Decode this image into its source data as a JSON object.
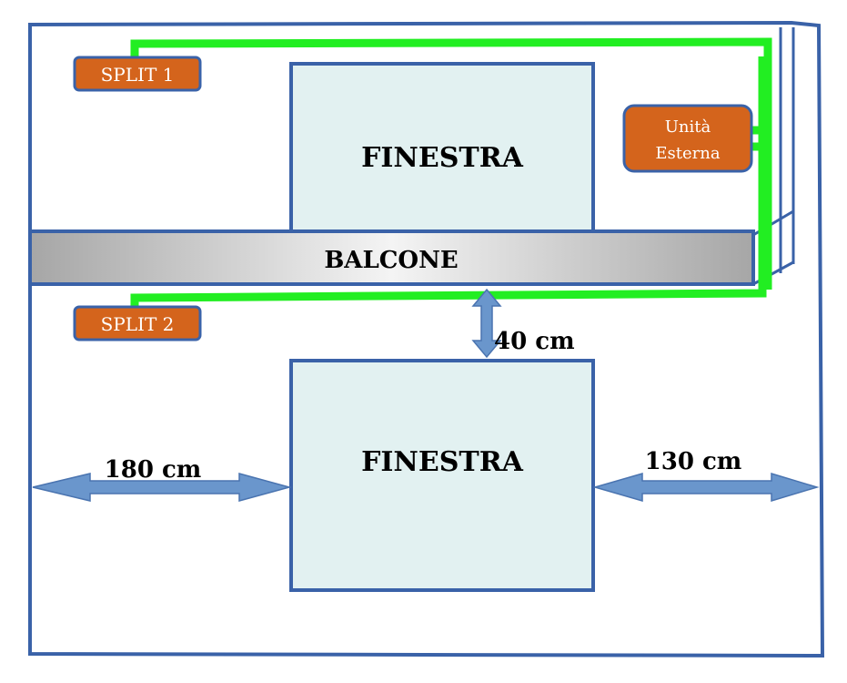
{
  "labels": {
    "split_1": "SPLIT 1",
    "split_2": "SPLIT 2",
    "outdoor_unit_line1": "Unità",
    "outdoor_unit_line2": "Esterna",
    "window_top": "FINESTRA",
    "window_bottom": "FINESTRA",
    "balcony": "BALCONE"
  },
  "dimensions": {
    "gap_balcony_window": "40 cm",
    "left_distance": "180 cm",
    "right_distance": "130 cm"
  },
  "colors": {
    "wall_line": "#3a62a8",
    "window_fill": "#e2f1f1",
    "window_border": "#3a62a8",
    "pipe": "#22ee22",
    "unit_fill": "#d4641c",
    "unit_border": "#3a62a8",
    "unit_text": "#ffffff",
    "arrow_fill": "#6a96cc",
    "arrow_border": "#4a74b0",
    "balcony_gradient_edge": "#a6a6a6",
    "balcony_gradient_center": "#f4f4f4",
    "text": "#000000"
  }
}
